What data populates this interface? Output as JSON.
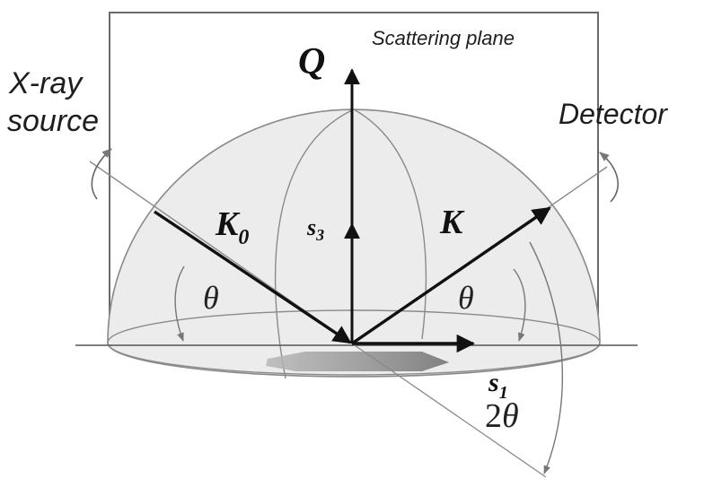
{
  "labels": {
    "scattering_plane": "Scattering plane",
    "source_line1": "X-ray",
    "source_line2": "source",
    "detector": "Detector",
    "q_vector": "Q",
    "k0_main": "K",
    "k0_sub": "0",
    "k_vector": "K",
    "s3_main": "s",
    "s3_sub": "3",
    "s1_main": "s",
    "s1_sub": "1",
    "theta_left": "θ",
    "theta_right": "θ",
    "two_theta_num": "2",
    "two_theta_sym": "θ"
  },
  "colors": {
    "dome_fill": "#ebebeb",
    "line": "#7a7a7a",
    "vector": "#111111",
    "sample": "#9a9a9a"
  }
}
